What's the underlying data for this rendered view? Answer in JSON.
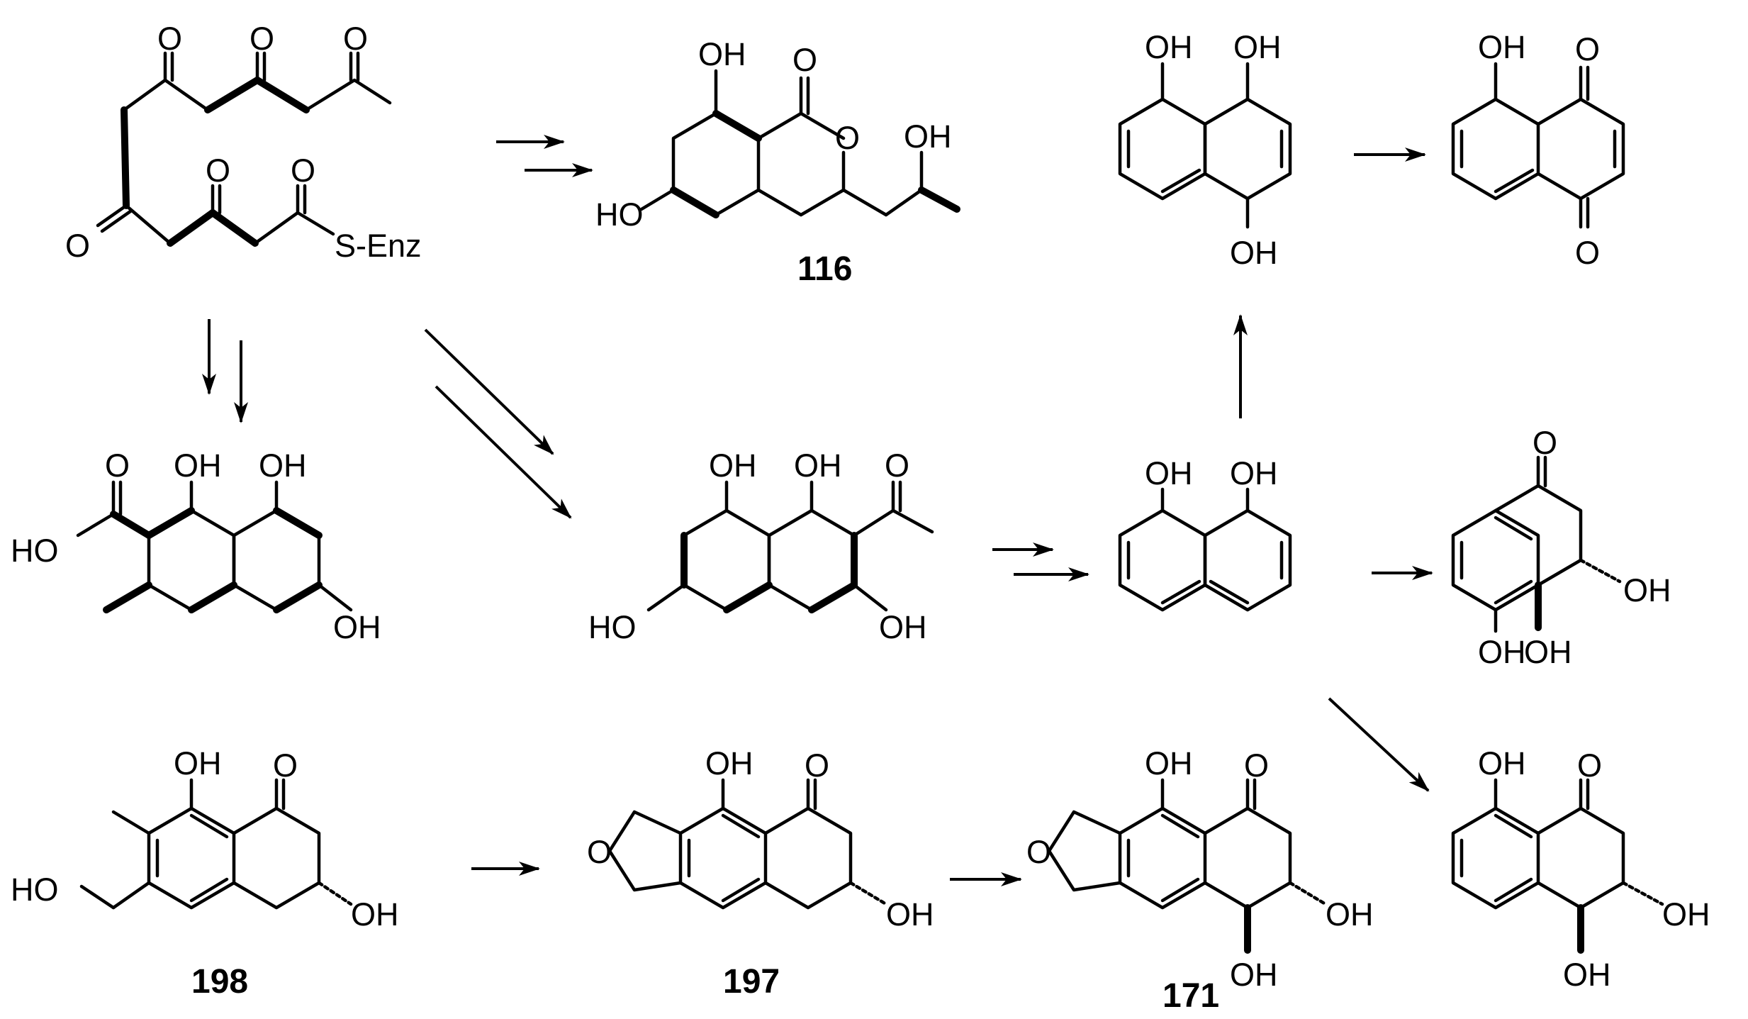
{
  "compounds": {
    "polyketide": {
      "o1": "O",
      "o2": "O",
      "o3": "O",
      "o4": "O",
      "o5": "O",
      "o6": "O",
      "enz": "S-Enz"
    },
    "c116": {
      "id": "116",
      "oh_top": "OH",
      "o_carbonyl": "O",
      "o_ring": "O",
      "oh_side": "OH",
      "ho_left": "HO"
    },
    "acid": {
      "oh1": "OH",
      "oh2": "OH",
      "o": "O",
      "ho": "HO",
      "oh3": "OH"
    },
    "acetylnaph": {
      "oh1": "OH",
      "oh2": "OH",
      "o": "O",
      "ho": "HO",
      "oh3": "OH"
    },
    "triol": {
      "oh1": "OH",
      "oh2": "OH",
      "oh3": "OH"
    },
    "naphthoquinone": {
      "oh": "OH",
      "o1": "O",
      "o2": "O"
    },
    "diol18": {
      "oh1": "OH",
      "oh2": "OH"
    },
    "tetralone_a": {
      "o": "O",
      "oh_r": "OH",
      "oh_b1": "OH",
      "oh_b2": "OH"
    },
    "c198": {
      "id": "198",
      "oh": "OH",
      "o": "O",
      "ho": "HO",
      "oh2": "OH"
    },
    "c197": {
      "id": "197",
      "oh": "OH",
      "o": "O",
      "o_ring": "O",
      "oh2": "OH"
    },
    "c171": {
      "id": "171",
      "oh": "OH",
      "o": "O",
      "o_ring": "O",
      "oh2": "OH",
      "oh3": "OH"
    },
    "tetralone_b": {
      "oh": "OH",
      "o": "O",
      "oh2": "OH",
      "oh3": "OH"
    }
  }
}
